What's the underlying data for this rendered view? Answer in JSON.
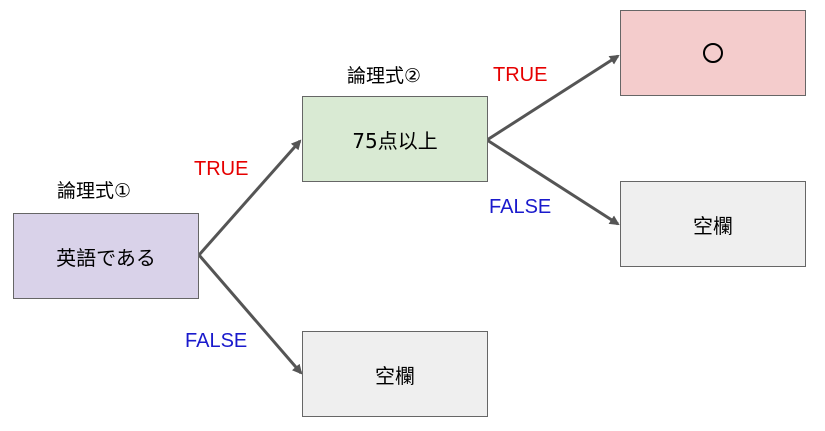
{
  "colors": {
    "true_label": "#e60000",
    "false_label": "#1a1acc",
    "arrow": "#555555",
    "node_border": "#666666",
    "node_english": "#d9d2e9",
    "node_score": "#d9ead3",
    "node_circle": "#f4cccc",
    "node_blank": "#efefef"
  },
  "captions": {
    "condition1": "論理式①",
    "condition2": "論理式②"
  },
  "nodes": {
    "english": "英語である",
    "score": "75点以上",
    "circle": "○",
    "blank_upper": "空欄",
    "blank_lower": "空欄"
  },
  "edge_labels": {
    "english_true": "TRUE",
    "english_false": "FALSE",
    "score_true": "TRUE",
    "score_false": "FALSE"
  }
}
